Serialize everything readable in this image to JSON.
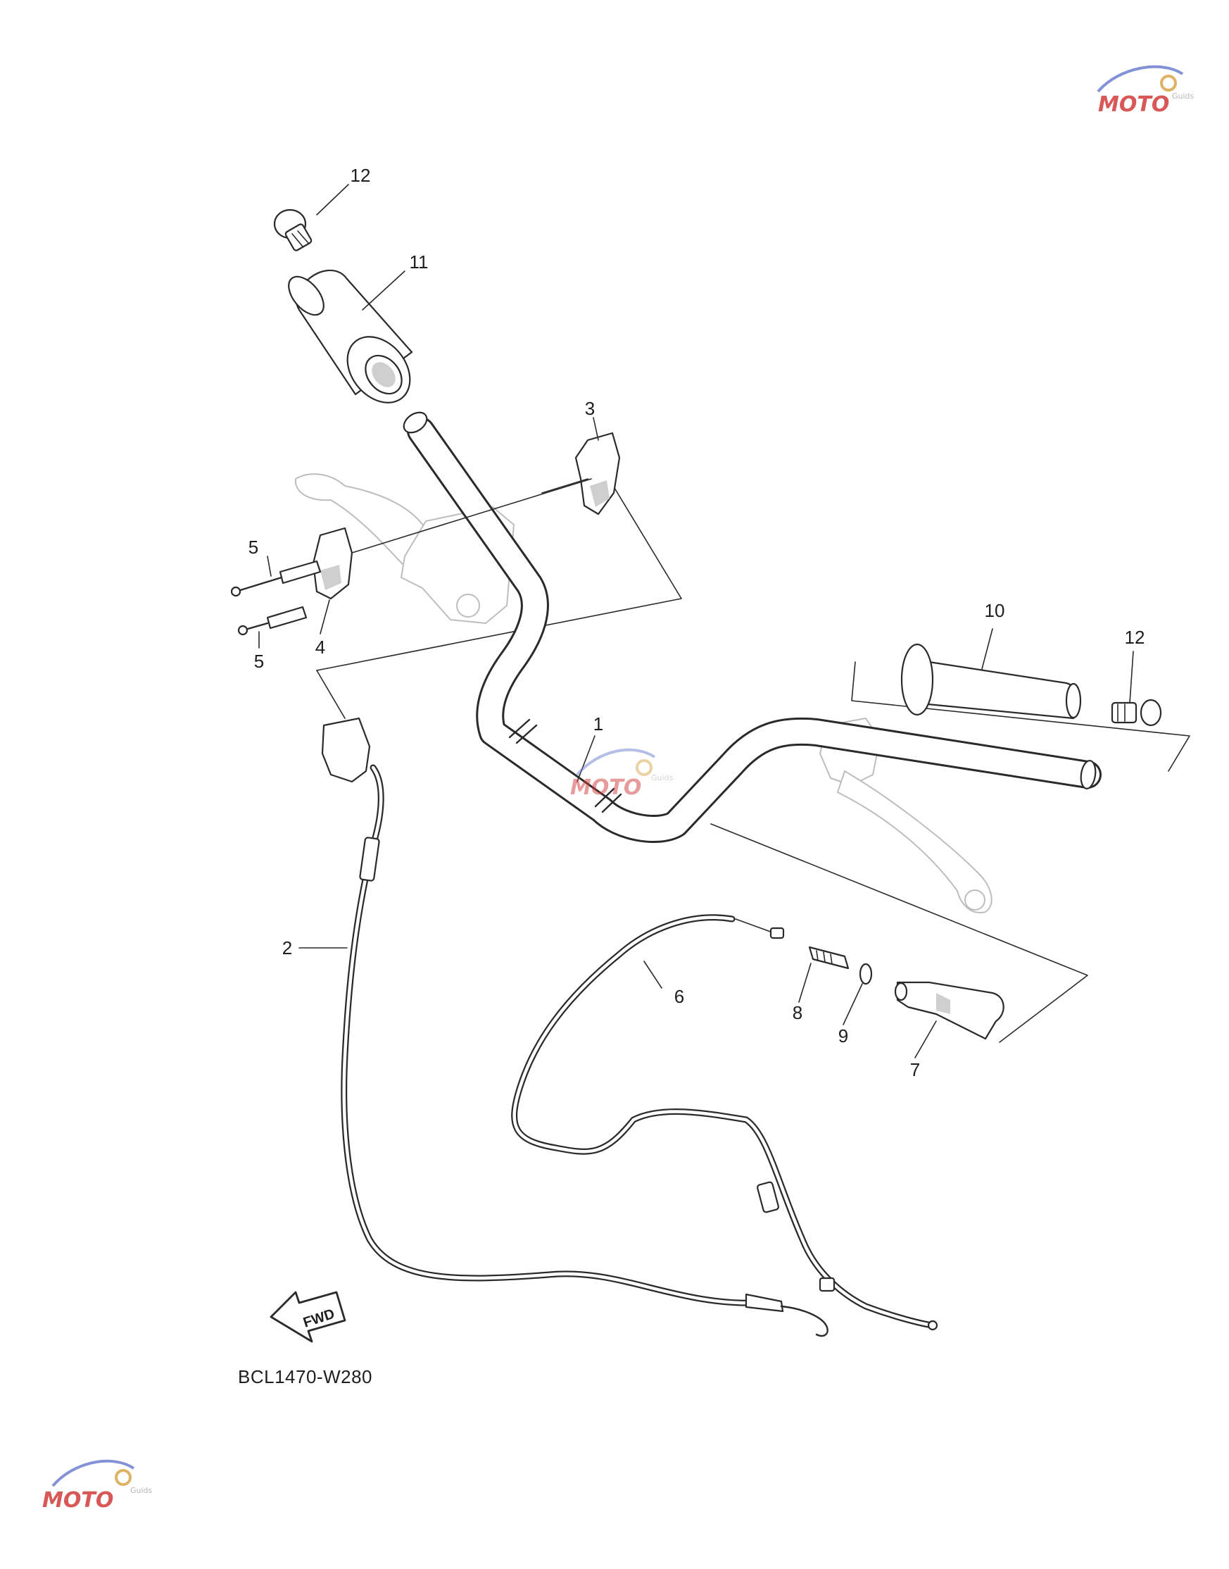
{
  "diagram_code": "BCL1470-W280",
  "fwd_arrow_label": "FWD",
  "callouts": {
    "c1": "1",
    "c2": "2",
    "c3": "3",
    "c4": "4",
    "c5a": "5",
    "c5b": "5",
    "c6": "6",
    "c7": "7",
    "c8": "8",
    "c9": "9",
    "c10": "10",
    "c11": "11",
    "c12a": "12",
    "c12b": "12"
  },
  "watermark": {
    "brand": "MOTO",
    "sub": "Guids"
  },
  "colors": {
    "line": "#2a2a2a",
    "ghost": "#bdbdbd",
    "watermark_red": "#d23a3a",
    "watermark_blue": "#6e7fd0"
  }
}
